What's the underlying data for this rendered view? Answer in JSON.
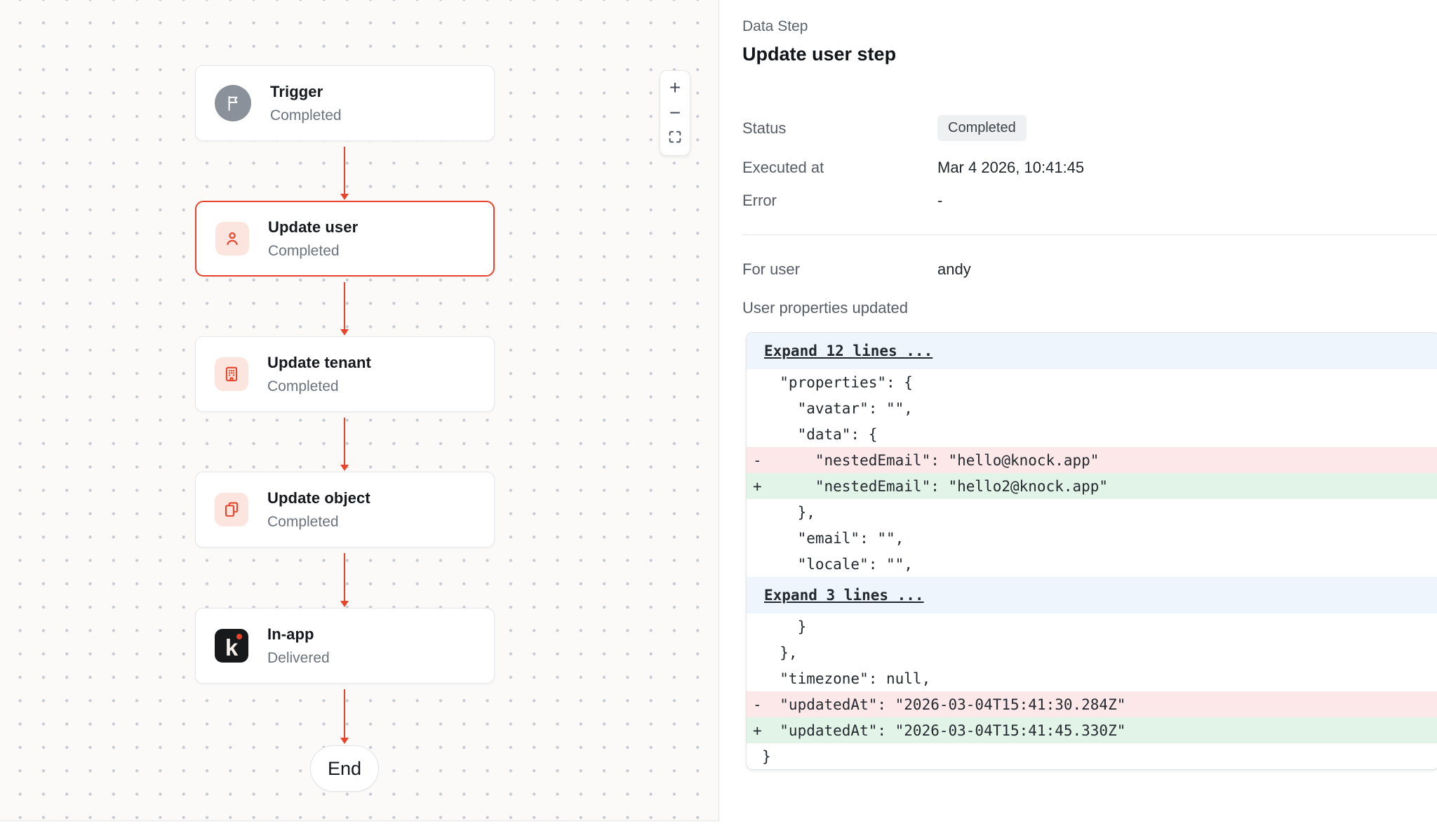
{
  "colors": {
    "accent": "#E8442B",
    "canvas_bg": "#FBFAF8",
    "diff_del_bg": "#FCE8E8",
    "diff_add_bg": "#E1F4E7",
    "diff_expand_bg": "#EEF5FC",
    "badge_bg": "#EFF0F2"
  },
  "canvas": {
    "nodes": [
      {
        "title": "Trigger",
        "status": "Completed",
        "icon": "flag-icon",
        "variant": "gray"
      },
      {
        "title": "Update user",
        "status": "Completed",
        "icon": "user-icon",
        "variant": "red",
        "selected": true
      },
      {
        "title": "Update tenant",
        "status": "Completed",
        "icon": "building-icon",
        "variant": "red"
      },
      {
        "title": "Update object",
        "status": "Completed",
        "icon": "copy-icon",
        "variant": "red"
      },
      {
        "title": "In-app",
        "status": "Delivered",
        "icon": "knock-logo",
        "variant": "dark",
        "logo_letter": "k"
      }
    ],
    "end_label": "End",
    "zoom_controls": {
      "zoom_in": "+",
      "zoom_out": "−",
      "fit": "fit-view-icon"
    }
  },
  "panel": {
    "eyebrow": "Data Step",
    "title": "Update user step",
    "fields": [
      {
        "label": "Status",
        "value": "Completed"
      },
      {
        "label": "Executed at",
        "value": "Mar 4 2026, 10:41:45"
      },
      {
        "label": "Error",
        "value": "-"
      }
    ],
    "for_user": {
      "label": "For user",
      "value": "andy"
    },
    "section_label": "User properties updated",
    "diff": {
      "rows": [
        {
          "type": "expand",
          "marker": "",
          "text": "Expand 12 lines ..."
        },
        {
          "type": "ctx",
          "marker": "",
          "text": "  \"properties\": {"
        },
        {
          "type": "ctx",
          "marker": "",
          "text": "    \"avatar\": \"\","
        },
        {
          "type": "ctx",
          "marker": "",
          "text": "    \"data\": {"
        },
        {
          "type": "del",
          "marker": "-",
          "text": "      \"nestedEmail\": \"hello@knock.app\""
        },
        {
          "type": "add",
          "marker": "+",
          "text": "      \"nestedEmail\": \"hello2@knock.app\""
        },
        {
          "type": "ctx",
          "marker": "",
          "text": "    },"
        },
        {
          "type": "ctx",
          "marker": "",
          "text": "    \"email\": \"\","
        },
        {
          "type": "ctx",
          "marker": "",
          "text": "    \"locale\": \"\","
        },
        {
          "type": "expand",
          "marker": "",
          "text": "Expand 3 lines ..."
        },
        {
          "type": "ctx",
          "marker": "",
          "text": "    }"
        },
        {
          "type": "ctx",
          "marker": "",
          "text": "  },"
        },
        {
          "type": "ctx",
          "marker": "",
          "text": "  \"timezone\": null,"
        },
        {
          "type": "del",
          "marker": "-",
          "text": "  \"updatedAt\": \"2026-03-04T15:41:30.284Z\""
        },
        {
          "type": "add",
          "marker": "+",
          "text": "  \"updatedAt\": \"2026-03-04T15:41:45.330Z\""
        },
        {
          "type": "ctx",
          "marker": "",
          "text": "}"
        }
      ]
    }
  }
}
